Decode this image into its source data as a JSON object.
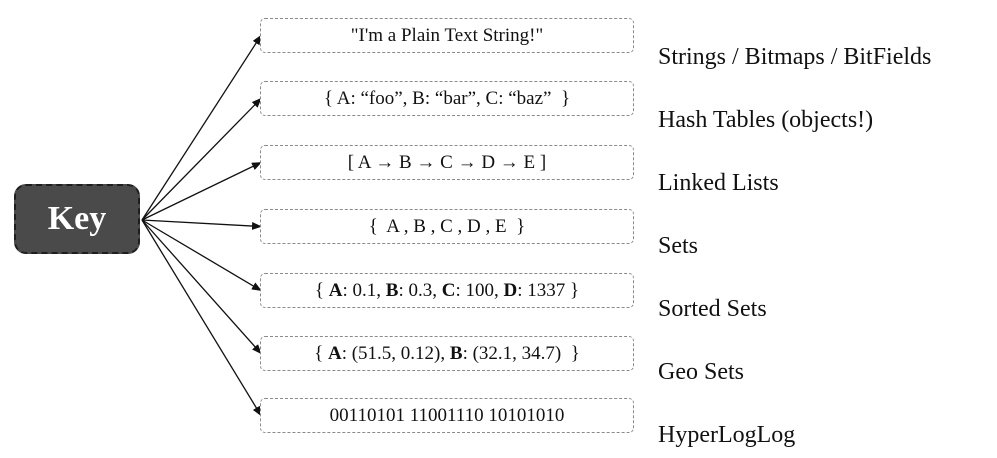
{
  "key": {
    "label": "Key"
  },
  "rows": [
    {
      "type_label": "Strings / Bitmaps / BitFields",
      "value": [
        {
          "t": "\"I'm a Plain Text String!\""
        }
      ]
    },
    {
      "type_label": "Hash Tables (objects!)",
      "value": [
        {
          "t": "{ A: “foo”, B: “bar”, C: “baz”  }"
        }
      ]
    },
    {
      "type_label": "Linked Lists",
      "value": [
        {
          "t": "[ A → B → C → D → E ]"
        }
      ]
    },
    {
      "type_label": "Sets",
      "value": [
        {
          "t": "{  A , B , C , D , E  }"
        }
      ]
    },
    {
      "type_label": "Sorted Sets",
      "value": [
        {
          "t": "{ "
        },
        {
          "t": "A",
          "b": true
        },
        {
          "t": ": 0.1, "
        },
        {
          "t": "B",
          "b": true
        },
        {
          "t": ": 0.3, "
        },
        {
          "t": "C",
          "b": true
        },
        {
          "t": ": 100, "
        },
        {
          "t": "D",
          "b": true
        },
        {
          "t": ": 1337 }"
        }
      ]
    },
    {
      "type_label": "Geo Sets",
      "value": [
        {
          "t": "{ "
        },
        {
          "t": "A",
          "b": true
        },
        {
          "t": ": (51.5, 0.12), "
        },
        {
          "t": "B",
          "b": true
        },
        {
          "t": ": (32.1, 34.7)  }"
        }
      ]
    },
    {
      "type_label": "HyperLogLog",
      "value": [
        {
          "t": "00110101 11001110 10101010"
        }
      ]
    }
  ]
}
